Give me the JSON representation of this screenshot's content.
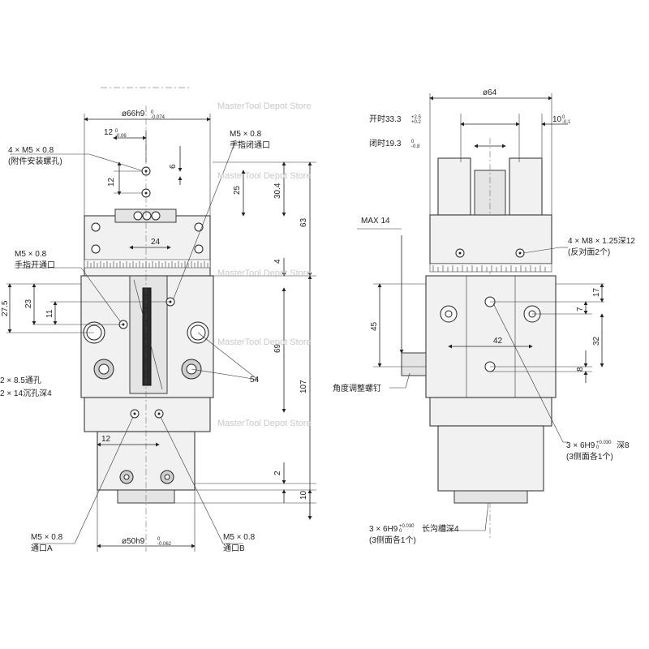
{
  "watermark": "MasterTool Depot Store",
  "left_view": {
    "top_width_label": "ø66h9",
    "top_width_tol": "0\n-0.074",
    "dim_12_top": "12",
    "dim_12_top_tol": "0\n-0.06",
    "tapped_holes_label": "4 × M5 × 0.8",
    "tapped_holes_note": "(附件安装螺孔)",
    "close_port_label": "M5 × 0.8",
    "close_port_note": "手指闭通口",
    "open_port_label": "M5 × 0.8",
    "open_port_note": "手指开通口",
    "thru_hole_label": "2 × 8.5通孔",
    "cbore_label": "2 × 14沉孔深4",
    "port_a_label": "M5 × 0.8",
    "port_a_note": "通口A",
    "port_b_label": "M5 × 0.8",
    "port_b_note": "通口B",
    "bottom_width_label": "ø50h9",
    "bottom_width_tol": "0\n-0.062",
    "dims": {
      "d6": "6",
      "d12v": "12",
      "d25": "25",
      "d30_4": "30.4",
      "d63": "63",
      "d24": "24",
      "d4": "4",
      "d27_5": "27.5",
      "d23": "23",
      "d11": "11",
      "d69": "69",
      "d107": "107",
      "d54": "54",
      "d12b": "12",
      "d2": "2",
      "d10": "10"
    }
  },
  "right_view": {
    "top_width_label": "ø64",
    "open_label": "开时33.3",
    "open_tol": "+2.5\n+0.2",
    "dim_10": "10",
    "dim_10_tol": "0\n-0.1",
    "close_label": "闭时19.3",
    "close_tol": "0\n-0.8",
    "max_label": "MAX 14",
    "tapped_holes_label": "4 × M8 × 1.25深12",
    "tapped_holes_note": "(反对面2个)",
    "adjust_screw_label": "角度调整螺钉",
    "pin_holes_label": "3 × 6H9",
    "pin_holes_tol": "+0.030\n0",
    "pin_holes_depth": "深8",
    "pin_holes_note": "(3侧面各1个)",
    "slot_label": "3 × 6H9",
    "slot_tol": "+0.030\n0",
    "slot_depth": "长沟槽深4",
    "slot_note": "(3侧面各1个)",
    "dims": {
      "d45": "45",
      "d42": "42",
      "d7": "7",
      "d17": "17",
      "d32": "32",
      "d8": "8"
    }
  }
}
